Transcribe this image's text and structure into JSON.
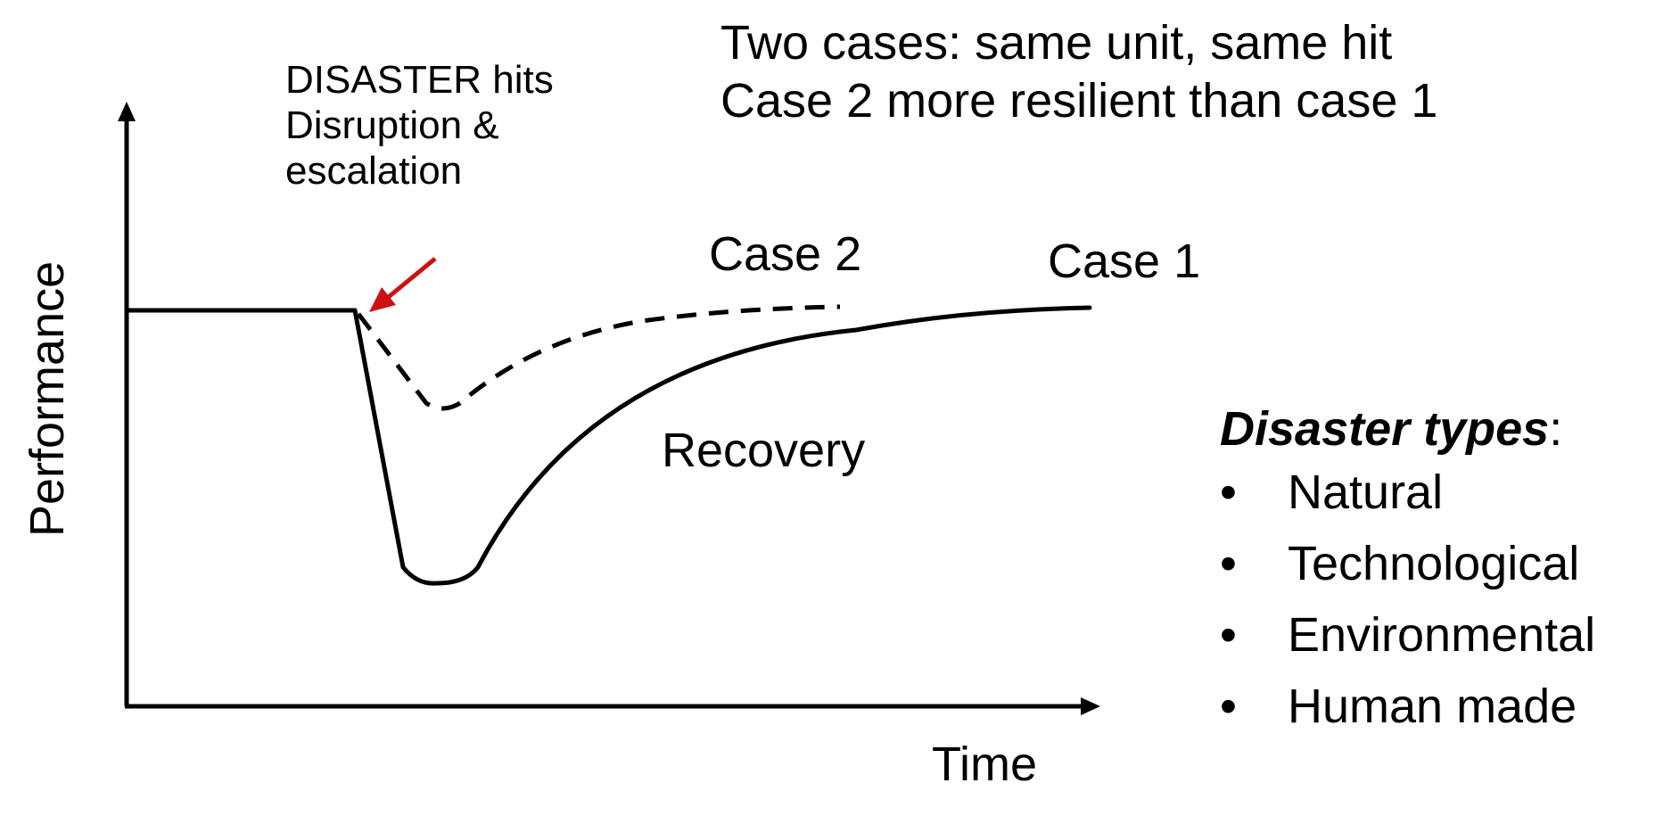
{
  "annotation": {
    "line1": "DISASTER hits",
    "line2": "Disruption &",
    "line3": "escalation"
  },
  "headline": {
    "line1": "Two cases: same unit, same hit",
    "line2": "Case 2 more resilient than case 1"
  },
  "curves": {
    "case2_label": "Case 2",
    "case1_label": "Case 1",
    "recovery_label": "Recovery"
  },
  "axes": {
    "x_label": "Time",
    "y_label": "Performance"
  },
  "disaster_types": {
    "title": "Disaster types",
    "title_suffix": ":",
    "bullet": "•",
    "items": [
      "Natural",
      "Technological",
      "Environmental",
      "Human made"
    ]
  },
  "colors": {
    "arrow": "#cc1111",
    "line": "#000000"
  }
}
